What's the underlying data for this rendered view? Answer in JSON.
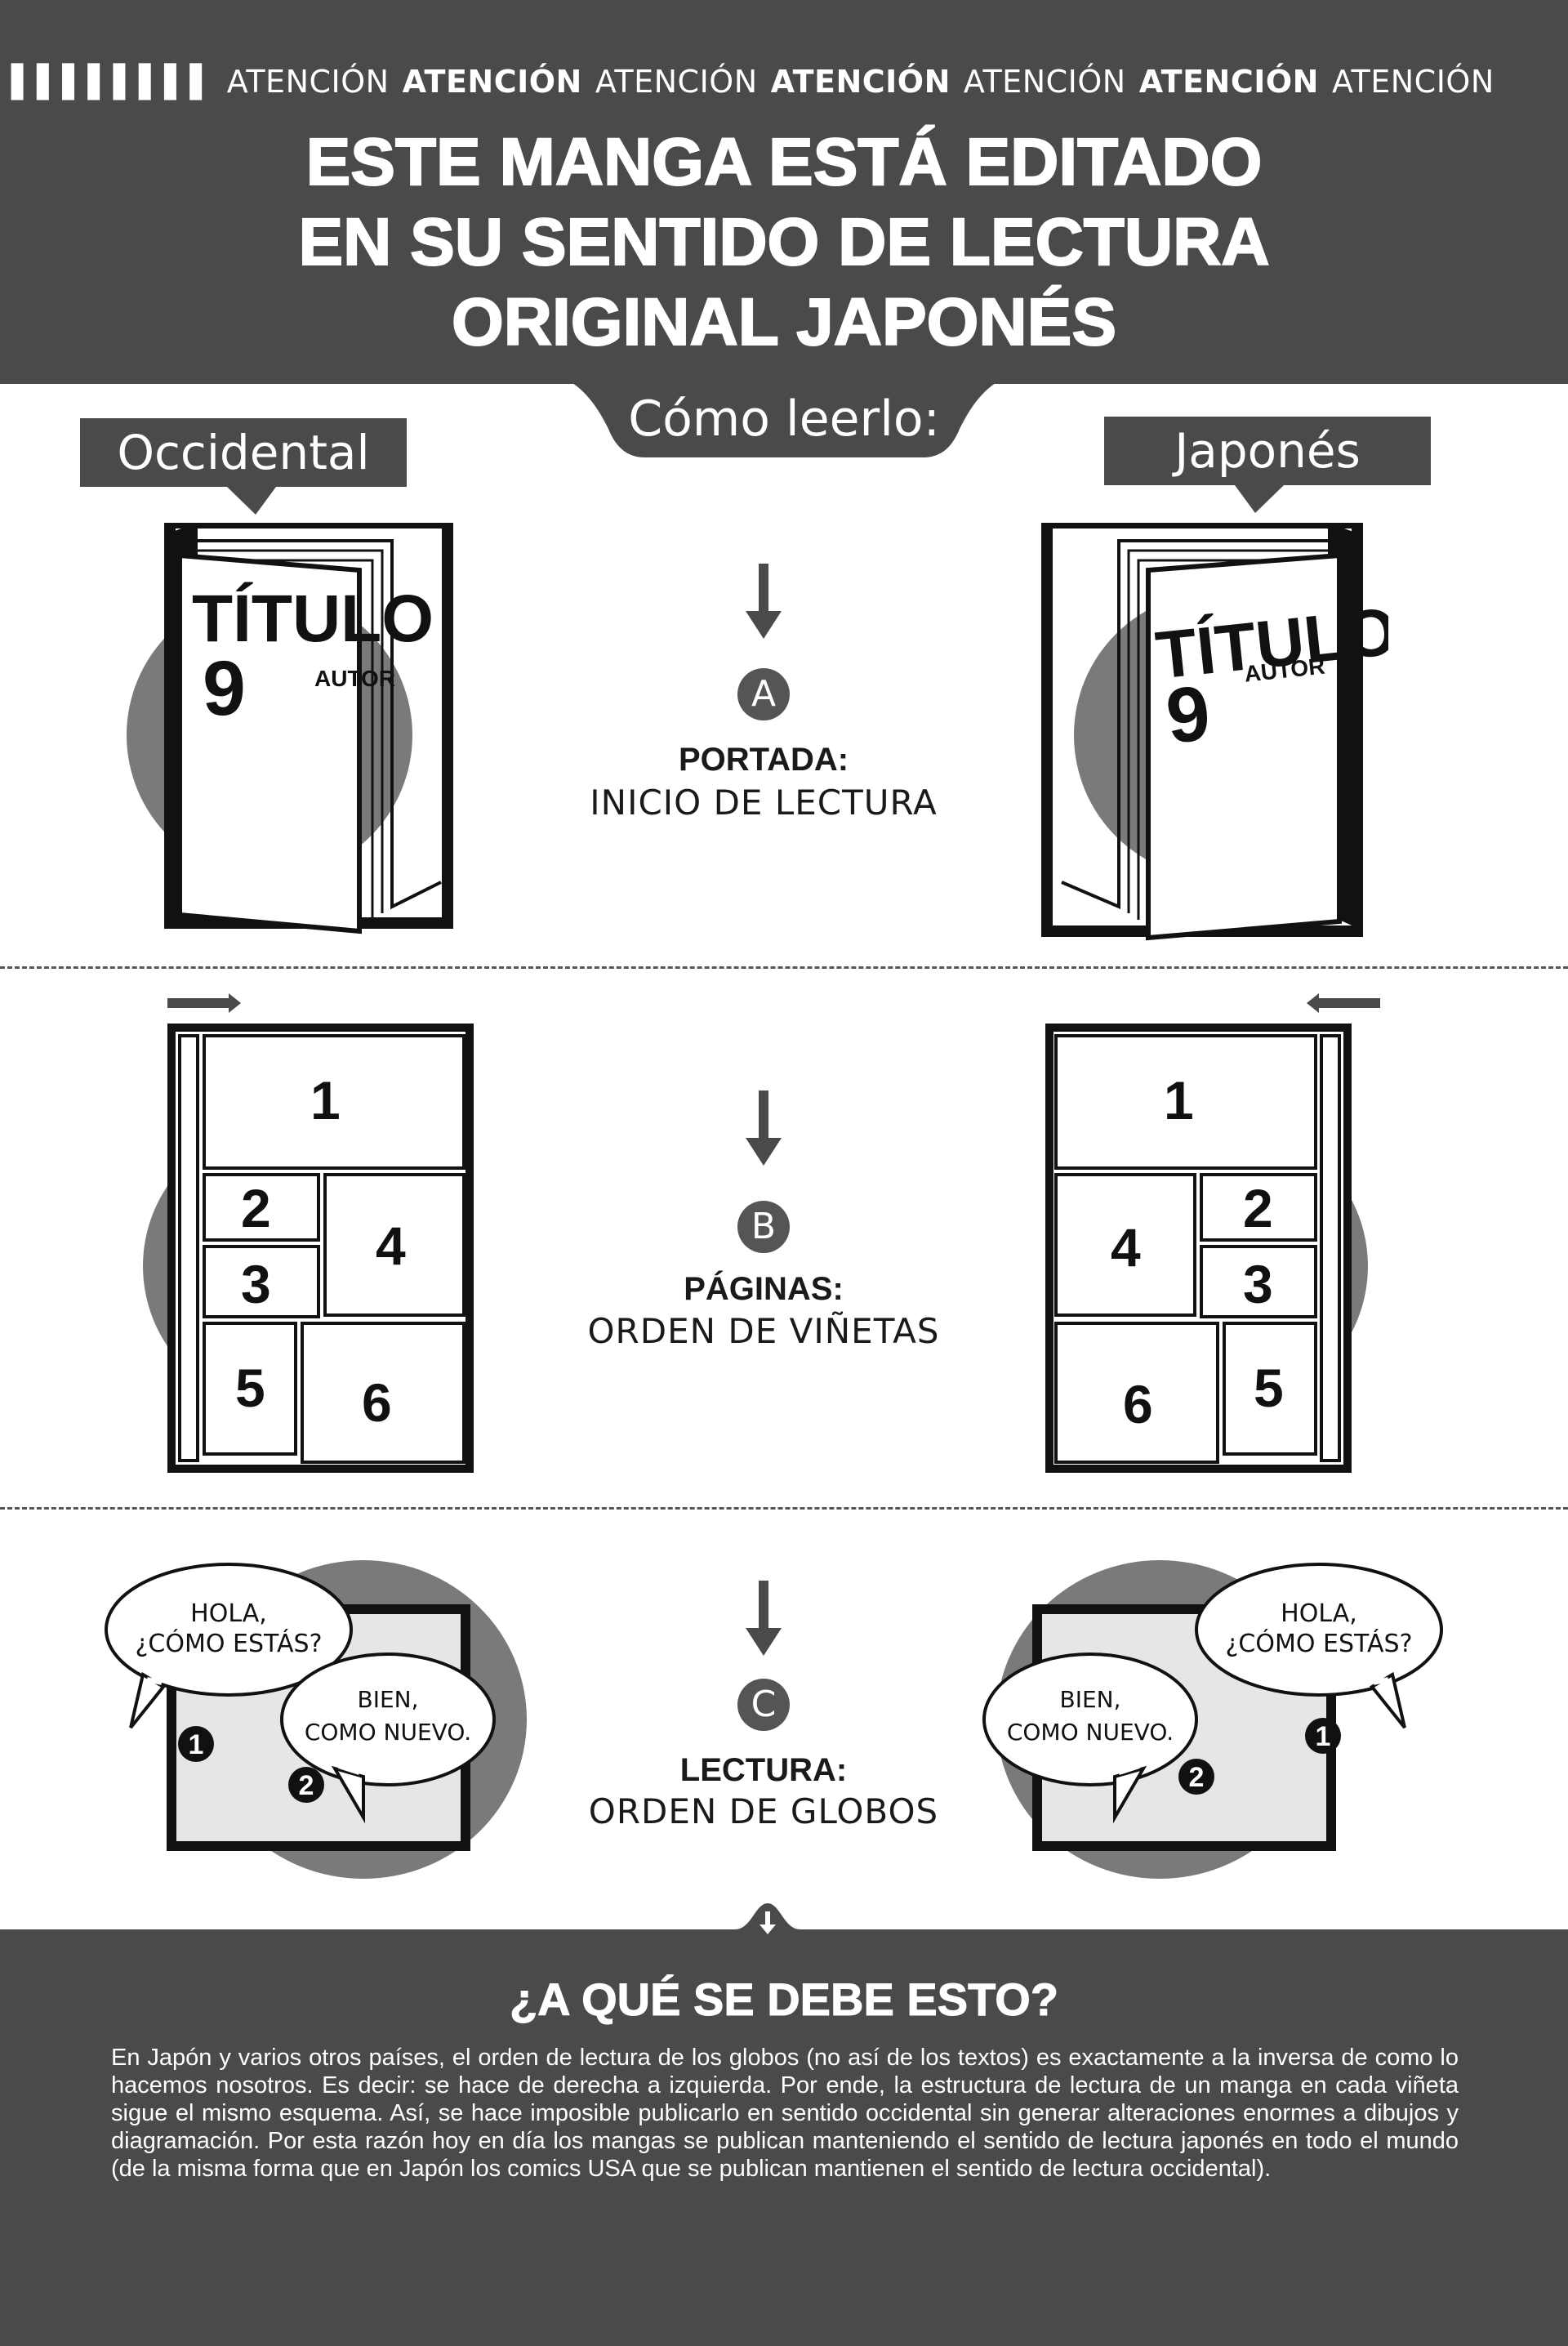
{
  "header": {
    "attention_words": [
      "ATENCIÓN",
      "ATENCIÓN",
      "ATENCIÓN",
      "ATENCIÓN",
      "ATENCIÓN",
      "ATENCIÓN",
      "ATENCIÓN"
    ],
    "headline_lines": [
      "ESTE MANGA ESTÁ EDITADO",
      "EN SU SENTIDO DE LECTURA",
      "ORIGINAL JAPONÉS"
    ]
  },
  "how_to": {
    "tab": "Cómo leerlo:",
    "left_label": "Occidental",
    "right_label": "Japonés"
  },
  "book": {
    "title": "TÍTULO",
    "number": "9",
    "author": "AUTOR"
  },
  "steps": [
    {
      "letter": "A",
      "title": "PORTADA:",
      "subtitle": "INICIO DE LECTURA"
    },
    {
      "letter": "B",
      "title": "PÁGINAS:",
      "subtitle": "ORDEN DE VIÑETAS"
    },
    {
      "letter": "C",
      "title": "LECTURA:",
      "subtitle": "ORDEN DE GLOBOS"
    }
  ],
  "panels": {
    "occidental_numbers": [
      "1",
      "2",
      "3",
      "4",
      "5",
      "6"
    ],
    "japanese_numbers": [
      "1",
      "4",
      "2",
      "3",
      "6",
      "5"
    ]
  },
  "balloons": {
    "first": [
      "HOLA,",
      "¿CÓMO ESTÁS?"
    ],
    "second": [
      "BIEN,",
      "COMO NUEVO."
    ],
    "marker_1": "1",
    "marker_2": "2"
  },
  "footer": {
    "title": "¿A QUÉ SE DEBE ESTO?",
    "body": "En Japón y varios otros países, el orden de lectura de los globos (no así de los textos) es exactamente a la inversa de como lo hacemos nosotros. Es decir: se hace de derecha a izquierda. Por ende, la estructura de lectura de un manga en cada viñeta sigue el mismo esquema. Así, se hace imposible publicarlo en sentido occidental sin generar alteraciones enormes a dibujos y diagramación. Por esta razón hoy en día los mangas se publican manteniendo el sentido de lectura japonés en todo el mundo (de la misma forma que en Japón los comics USA que se publican mantienen el sentido de lectura occidental)."
  },
  "colors": {
    "dark_gray": "#4a4a4a",
    "mid_gray": "#7a7a7a",
    "light_gray": "#e6e6e6"
  }
}
